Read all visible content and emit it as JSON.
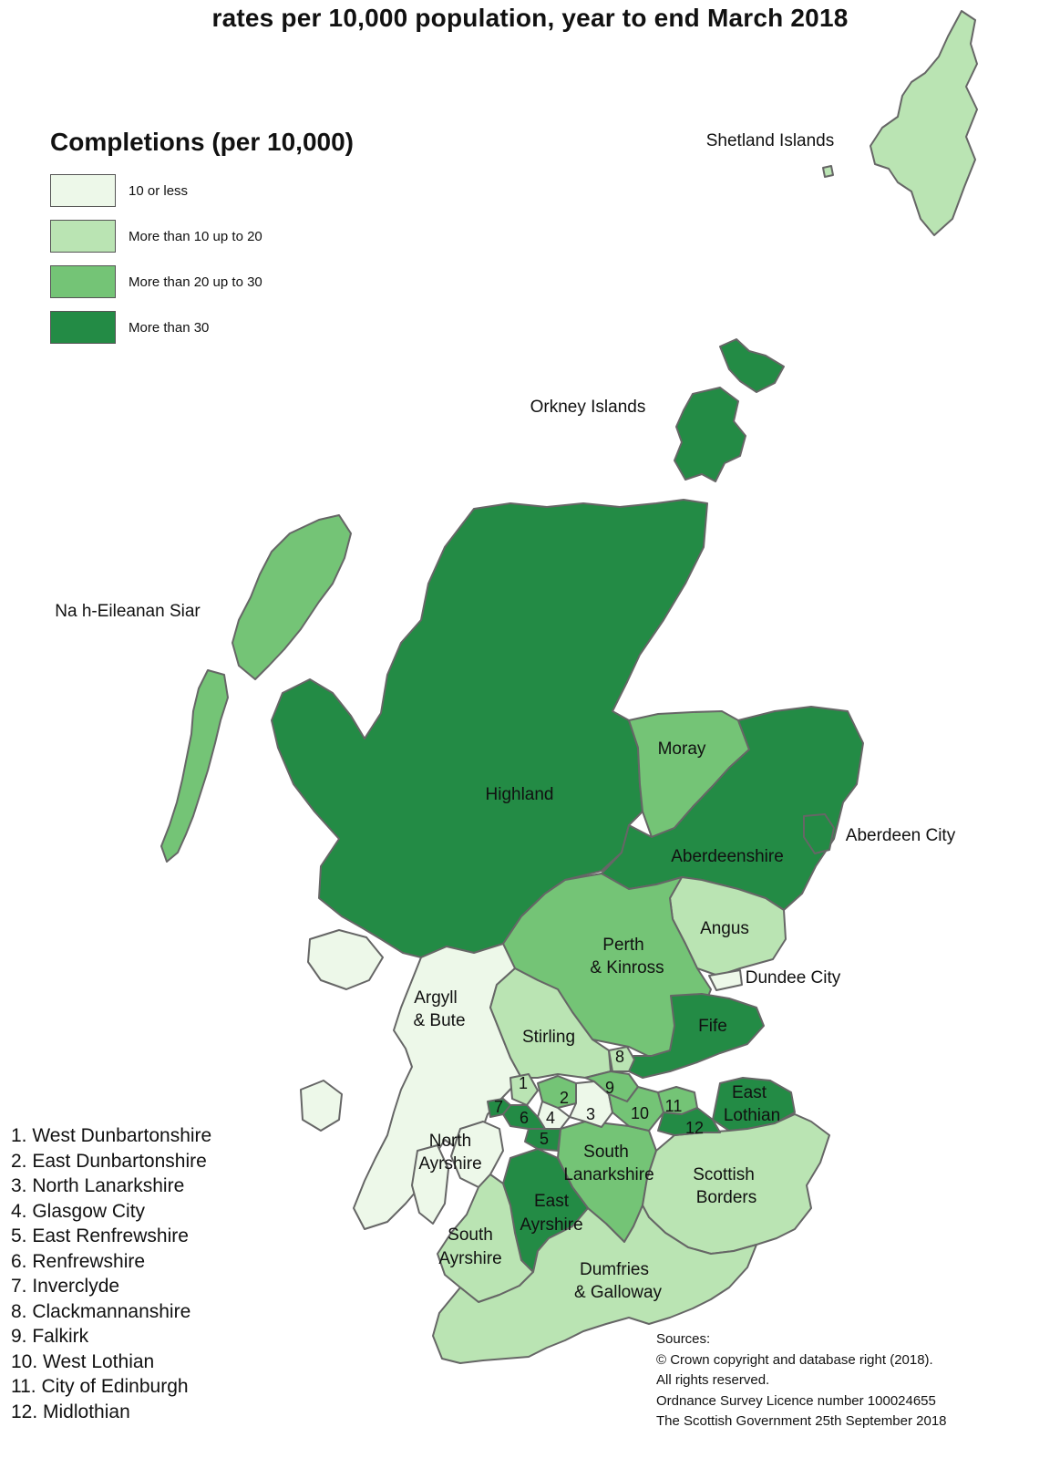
{
  "title": "rates per 10,000 population, year to end March 2018",
  "legend": {
    "title": "Completions (per 10,000)",
    "items": [
      {
        "label": "10 or less",
        "color": "#edf8e9"
      },
      {
        "label": "More than 10 up to 20",
        "color": "#bae4b3"
      },
      {
        "label": "More than 20 up to 30",
        "color": "#74c476"
      },
      {
        "label": "More than 30",
        "color": "#238b45"
      }
    ]
  },
  "regions": [
    {
      "name": "Shetland Islands",
      "label": "Shetland Islands",
      "class": 1
    },
    {
      "name": "Orkney Islands",
      "label": "Orkney Islands",
      "class": 3
    },
    {
      "name": "Na h-Eileanan Siar",
      "label": "Na h-Eileanan Siar",
      "class": 2
    },
    {
      "name": "Highland",
      "label": "Highland",
      "class": 3
    },
    {
      "name": "Moray",
      "label": "Moray",
      "class": 2
    },
    {
      "name": "Aberdeenshire",
      "label": "Aberdeenshire",
      "class": 3
    },
    {
      "name": "Aberdeen City",
      "label": "Aberdeen City",
      "class": 3
    },
    {
      "name": "Angus",
      "label": "Angus",
      "class": 1
    },
    {
      "name": "Dundee City",
      "label": "Dundee City",
      "class": 0
    },
    {
      "name": "Perth & Kinross",
      "label_lines": [
        "Perth",
        "& Kinross"
      ],
      "class": 2
    },
    {
      "name": "Argyll & Bute",
      "label_lines": [
        "Argyll",
        "& Bute"
      ],
      "class": 0
    },
    {
      "name": "Stirling",
      "label": "Stirling",
      "class": 1
    },
    {
      "name": "Fife",
      "label": "Fife",
      "class": 3
    },
    {
      "name": "East Lothian",
      "label_lines": [
        "East",
        "Lothian"
      ],
      "class": 3
    },
    {
      "name": "North Ayrshire",
      "label_lines": [
        "North",
        "Ayrshire"
      ],
      "class": 0
    },
    {
      "name": "South Lanarkshire",
      "label_lines": [
        "South",
        "Lanarkshire"
      ],
      "class": 2
    },
    {
      "name": "Scottish Borders",
      "label_lines": [
        "Scottish",
        "Borders"
      ],
      "class": 1
    },
    {
      "name": "East Ayrshire",
      "label_lines": [
        "East",
        "Ayrshire"
      ],
      "class": 3
    },
    {
      "name": "South Ayrshire",
      "label_lines": [
        "South",
        "Ayrshire"
      ],
      "class": 1
    },
    {
      "name": "Dumfries & Galloway",
      "label_lines": [
        "Dumfries",
        "& Galloway"
      ],
      "class": 1
    },
    {
      "name": "West Dunbartonshire",
      "label": "1",
      "class": 1
    },
    {
      "name": "East Dunbartonshire",
      "label": "2",
      "class": 2
    },
    {
      "name": "North Lanarkshire",
      "label": "3",
      "class": 0
    },
    {
      "name": "Glasgow City",
      "label": "4",
      "class": 0
    },
    {
      "name": "East Renfrewshire",
      "label": "5",
      "class": 3
    },
    {
      "name": "Renfrewshire",
      "label": "6",
      "class": 3
    },
    {
      "name": "Inverclyde",
      "label": "7",
      "class": 3
    },
    {
      "name": "Clackmannanshire",
      "label": "8",
      "class": 1
    },
    {
      "name": "Falkirk",
      "label": "9",
      "class": 2
    },
    {
      "name": "West Lothian",
      "label": "10",
      "class": 2
    },
    {
      "name": "City of Edinburgh",
      "label": "11",
      "class": 2
    },
    {
      "name": "Midlothian",
      "label": "12",
      "class": 3
    }
  ],
  "key_list": [
    "1.  West Dunbartonshire",
    "2.  East Dunbartonshire",
    "3.  North Lanarkshire",
    "4.  Glasgow City",
    "5.  East Renfrewshire",
    "6.  Renfrewshire",
    "7.  Inverclyde",
    "8.  Clackmannanshire",
    "9.  Falkirk",
    "10. West Lothian",
    "11. City of Edinburgh",
    "12. Midlothian"
  ],
  "sources": [
    "Sources:",
    "© Crown copyright and database right (2018).",
    "All rights reserved.",
    "Ordnance Survey Licence number 100024655",
    "The Scottish Government 25th September 2018"
  ]
}
